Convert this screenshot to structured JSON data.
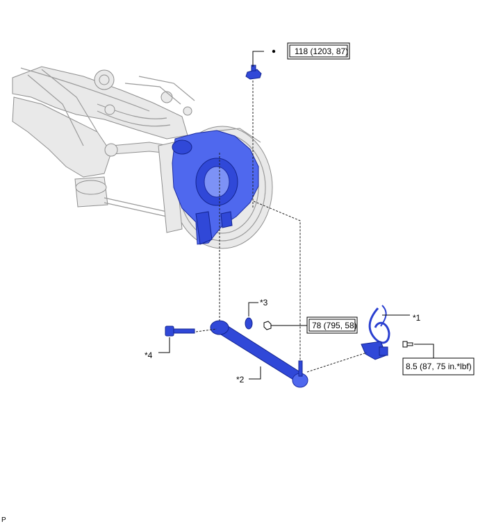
{
  "callouts": {
    "c1": "*1",
    "c2": "*2",
    "c3": "*3",
    "c4": "*4"
  },
  "torques": {
    "t1": "118 (1203, 87)",
    "t2": "78 (795, 58)",
    "t3": "8.5 (87, 75 in.*lbf)"
  },
  "corner_code": "P",
  "colors": {
    "highlight_parts": "#3048d8",
    "background_parts": "#e9e9e9"
  }
}
